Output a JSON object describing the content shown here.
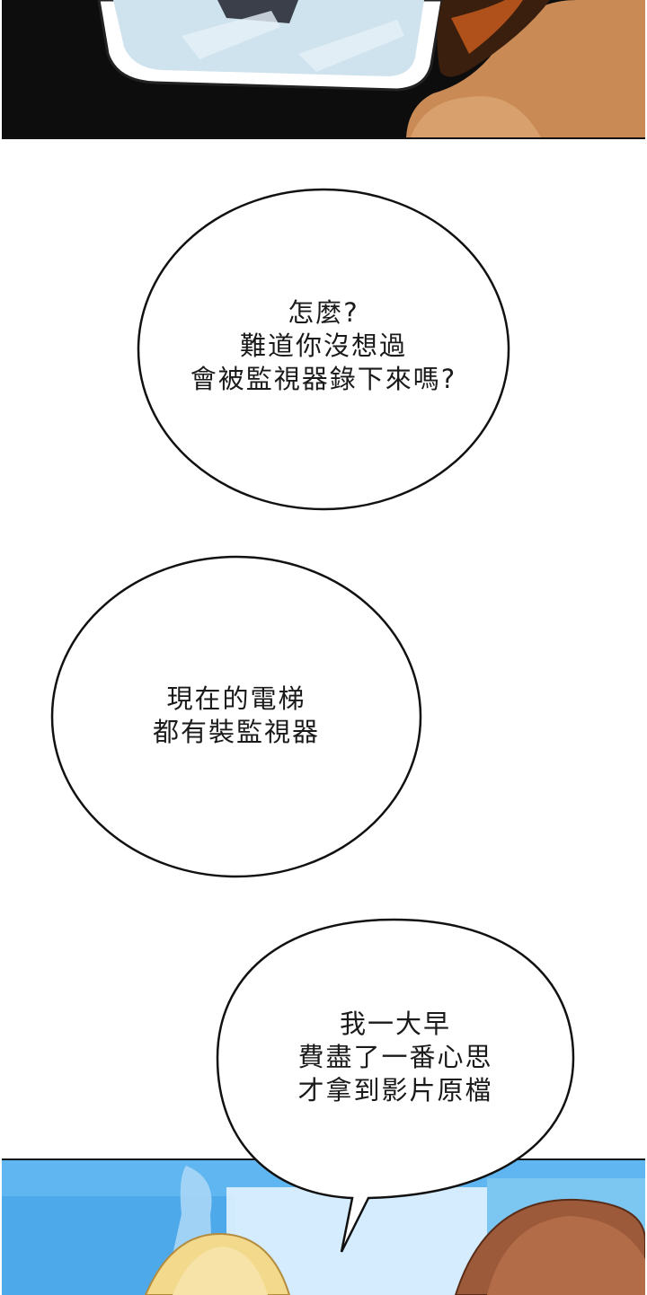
{
  "bubbles": [
    {
      "lines": [
        "怎麼?",
        "難道你沒想過",
        "會被監視器錄下來嗎?"
      ]
    },
    {
      "lines": [
        "現在的電梯",
        "都有裝監視器"
      ]
    },
    {
      "lines": [
        "我一大早",
        "費盡了一番心思",
        "才拿到影片原檔"
      ]
    }
  ],
  "colors": {
    "top_panel": "#0d0d0d",
    "bottom_panel_sky": "#5fb6f0",
    "bubble_fill": "#ffffff",
    "bubble_stroke": "#111111"
  }
}
